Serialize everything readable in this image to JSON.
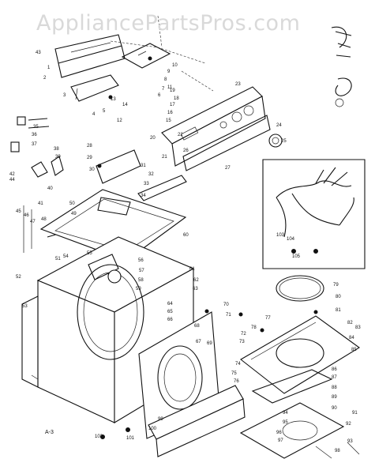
{
  "watermark": "AppliancePartsPros.com",
  "page_label": "A-3",
  "labels": [
    "43",
    "1",
    "2",
    "3",
    "4",
    "5",
    "6",
    "7",
    "8",
    "9",
    "10",
    "11",
    "12",
    "13",
    "14",
    "15",
    "16",
    "17",
    "18",
    "19",
    "20",
    "21",
    "22",
    "23",
    "24",
    "25",
    "26",
    "27",
    "28",
    "29",
    "30",
    "31",
    "32",
    "33",
    "34",
    "35",
    "36",
    "37",
    "38",
    "39",
    "40",
    "41",
    "42",
    "44",
    "45",
    "46",
    "47",
    "48",
    "49",
    "50",
    "51",
    "52",
    "53",
    "54",
    "55",
    "56",
    "57",
    "58",
    "59",
    "60",
    "61",
    "62",
    "63",
    "64",
    "65",
    "66",
    "67",
    "68",
    "69",
    "70",
    "71",
    "72",
    "73",
    "74",
    "75",
    "76",
    "77",
    "78",
    "79",
    "80",
    "81",
    "82",
    "83",
    "84",
    "85",
    "86",
    "87",
    "88",
    "89",
    "90",
    "91",
    "92",
    "93",
    "94",
    "95",
    "96",
    "97",
    "98",
    "99",
    "100",
    "101",
    "102",
    "103",
    "104",
    "105"
  ]
}
